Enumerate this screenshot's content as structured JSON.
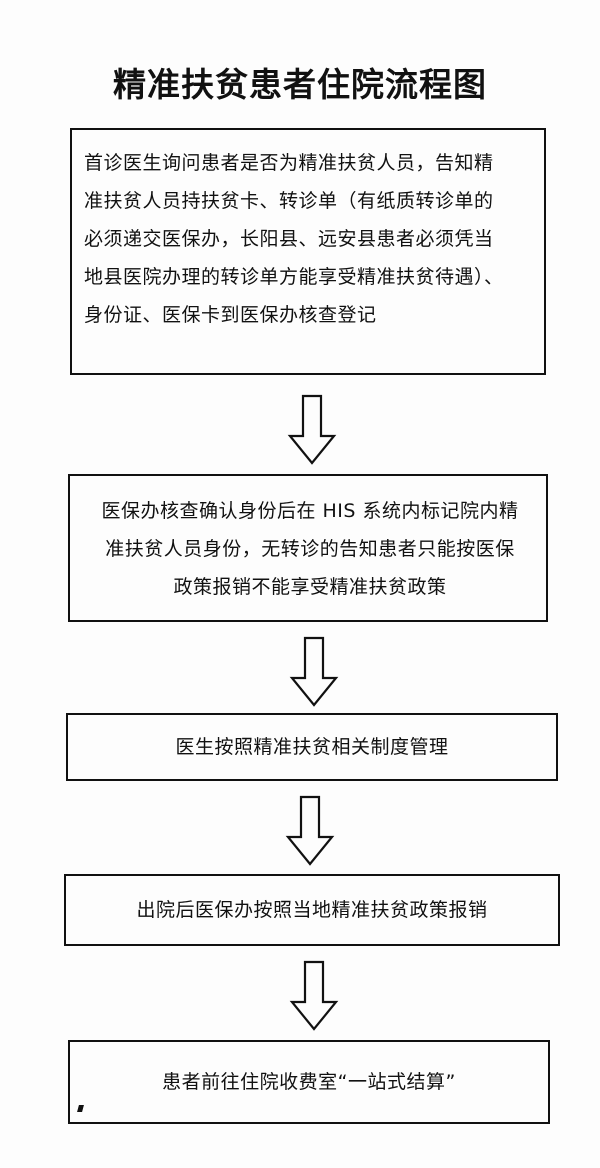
{
  "title": "精准扶贫患者住院流程图",
  "steps": [
    {
      "lines": [
        "首诊医生询问患者是否为精准扶贫人员，告知精",
        "准扶贫人员持扶贫卡、转诊单（有纸质转诊单的",
        "必须递交医保办，长阳县、远安县患者必须凭当",
        "地县医院办理的转诊单方能享受精准扶贫待遇）、",
        "身份证、医保卡到医保办核查登记"
      ]
    },
    {
      "lines": [
        "医保办核查确认身份后在 HIS 系统内标记院内精",
        "准扶贫人员身份，无转诊的告知患者只能按医保",
        "政策报销不能享受精准扶贫政策"
      ]
    },
    {
      "text": "医生按照精准扶贫相关制度管理"
    },
    {
      "text": "出院后医保办按照当地精准扶贫政策报销"
    },
    {
      "text": "患者前往住院收费室“一站式结算”"
    }
  ]
}
